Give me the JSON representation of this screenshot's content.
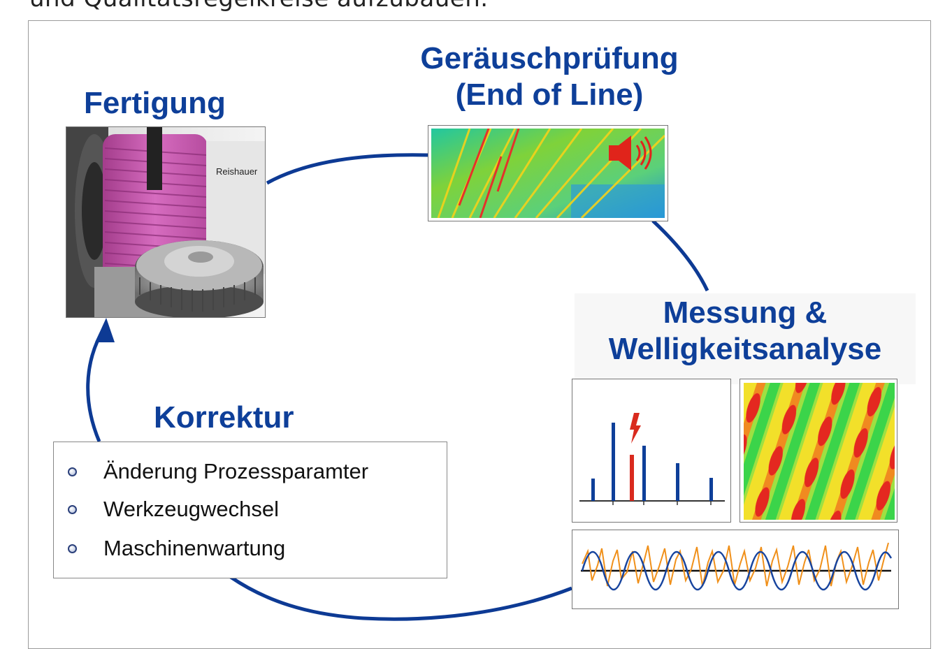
{
  "header": {
    "cut_text": "und Qualitätsregelkreise aufzubauen."
  },
  "stages": {
    "fertigung": {
      "title": "Fertigung",
      "machine_label": "Reishauer"
    },
    "pruefung": {
      "title_line1": "Geräuschprüfung",
      "title_line2": "(End of Line)",
      "icon": "speaker-icon"
    },
    "messung": {
      "title_line1": "Messung  &",
      "title_line2": "Welligkeitsanalyse",
      "icon": "lightning-icon"
    },
    "korrektur": {
      "title": "Korrektur",
      "items": [
        "Änderung Prozessparamter",
        "Werkzeugwechsel",
        "Maschinenwartung"
      ]
    }
  },
  "colors": {
    "title_blue": "#0e3f99",
    "arrow_blue": "#0d3a94",
    "spike_red": "#d92a1e",
    "signal_orange": "#f0901a"
  }
}
